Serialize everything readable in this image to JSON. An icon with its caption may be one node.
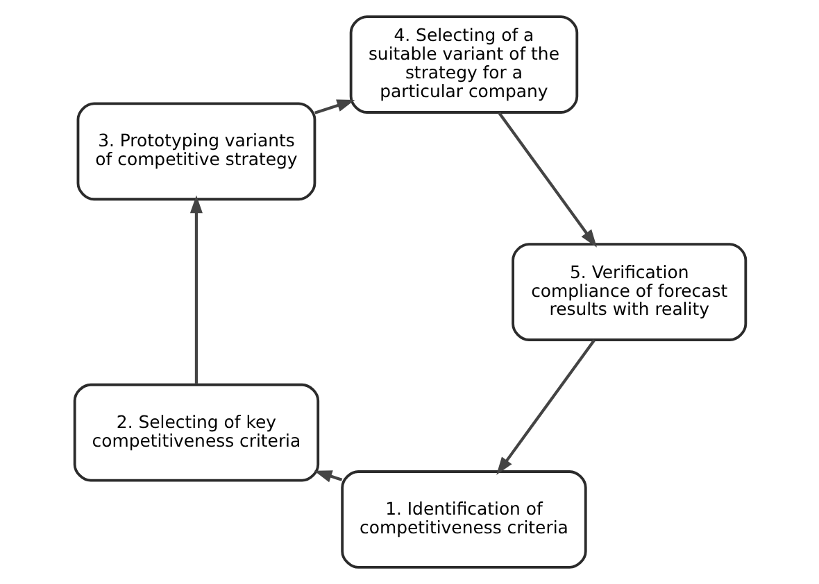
{
  "diagram": {
    "nodes": [
      {
        "text": [
          "1. Identification of competitiveness criteria"
        ]
      },
      {
        "text": [
          "2. Selecting of key competitiveness criteria"
        ]
      },
      {
        "text": [
          "3. Prototyping variants of competitive strategy"
        ]
      },
      {
        "text": [
          "4. Selecting of a suitable variant of the strategy for a particular company"
        ]
      },
      {
        "text": [
          "5. Verification compliance of forecast results with reality"
        ]
      }
    ],
    "edges": [
      {
        "from": 0,
        "to": 1,
        "arrow": "to"
      },
      {
        "from": 1,
        "to": 2,
        "arrow": "to"
      },
      {
        "from": 2,
        "to": 3,
        "arrow": "to"
      },
      {
        "from": 3,
        "to": 4,
        "arrow": "to"
      },
      {
        "from": 4,
        "to": 0,
        "arrow": "to"
      }
    ]
  }
}
